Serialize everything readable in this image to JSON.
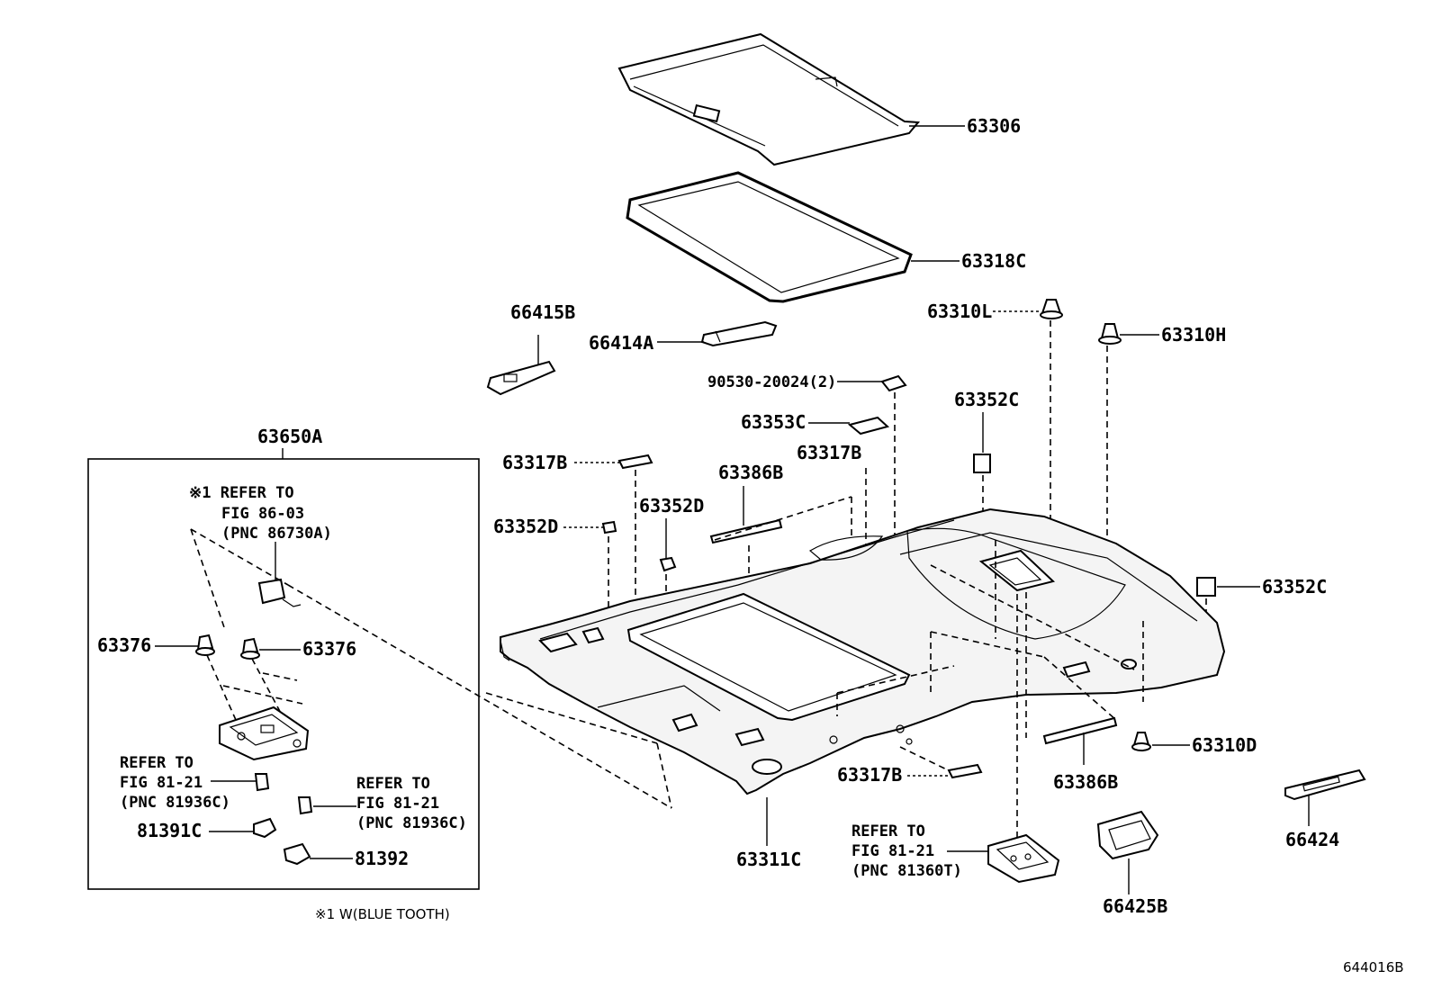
{
  "diagram_id": "644016B",
  "footnote": "※1 W(BLUE TOOTH)",
  "parts": {
    "p63306": "63306",
    "p63318C": "63318C",
    "p66415B": "66415B",
    "p66414A": "66414A",
    "p63310L": "63310L",
    "p63310H": "63310H",
    "p90530": "90530-20024(2)",
    "p63353C": "63353C",
    "p63352C_top": "63352C",
    "p63317B_left": "63317B",
    "p63317B_mid": "63317B",
    "p63386B_top": "63386B",
    "p63352D_mid": "63352D",
    "p63352D_left": "63352D",
    "p63352C_right": "63352C",
    "p63650A": "63650A",
    "p63376_left": "63376",
    "p63376_right": "63376",
    "p63310D": "63310D",
    "p63317B_bottom": "63317B",
    "p63386B_bottom": "63386B",
    "p63311C": "63311C",
    "p66424": "66424",
    "p66425B": "66425B",
    "p81391C": "81391C",
    "p81392": "81392"
  },
  "refs": {
    "bluetooth": [
      "※1 REFER TO",
      "FIG 86-03",
      "(PNC 86730A)"
    ],
    "left_81936C": [
      "REFER TO",
      "FIG 81-21",
      "(PNC 81936C)"
    ],
    "right_81936C": [
      "REFER TO",
      "FIG 81-21",
      "(PNC 81936C)"
    ],
    "lamp_81360T": [
      "REFER TO",
      "FIG 81-21",
      "(PNC 81360T)"
    ]
  }
}
